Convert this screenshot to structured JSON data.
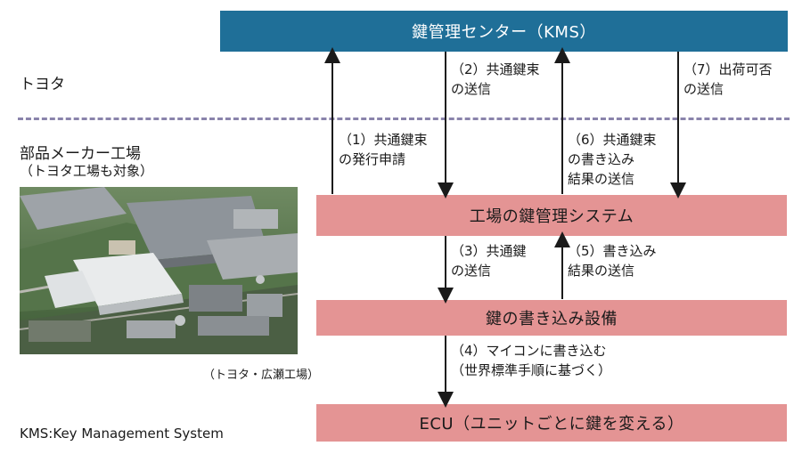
{
  "boxes": {
    "kms": "鍵管理センター（KMS）",
    "factory": "工場の鍵管理システム",
    "writer": "鍵の書き込み設備",
    "ecu": "ECU（ユニットごとに鍵を変える）"
  },
  "orgs": {
    "toyota": "トヨタ",
    "supplier": "部品メーカー工場",
    "supplier_note": "（トヨタ工場も対象）"
  },
  "steps": {
    "s1": "（1）共通鍵束\nの発行申請",
    "s2": "（2）共通鍵束\nの送信",
    "s3": "（3）共通鍵\nの送信",
    "s4": "（4）マイコンに書き込む\n（世界標準手順に基づく）",
    "s5": "（5）書き込み\n結果の送信",
    "s6": "（6）共通鍵束\nの書き込み\n結果の送信",
    "s7": "（7）出荷可否\nの送信"
  },
  "photo_caption": "（トヨタ・広瀬工場）",
  "footnote": "KMS:Key Management System",
  "colors": {
    "kms_box": "#1f6f98",
    "step_box": "#e49494",
    "divider": "#8a84ab"
  }
}
